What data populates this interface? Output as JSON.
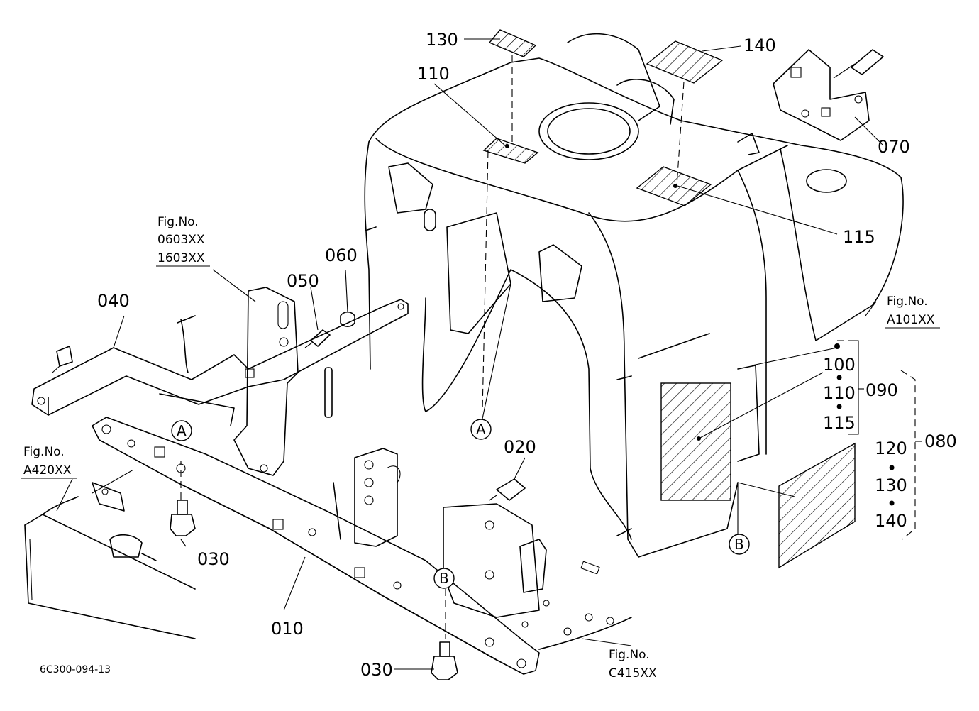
{
  "part_labels": {
    "p130_top": "130",
    "p110_top": "110",
    "p140_top": "140",
    "p070": "070",
    "p115_right": "115",
    "p040": "040",
    "p050": "050",
    "p060": "060",
    "p100": "100",
    "p110_group": "110",
    "p115_group": "115",
    "p090": "090",
    "p080": "080",
    "p120": "120",
    "p130_group": "130",
    "p140_group": "140",
    "p020": "020",
    "p030_left": "030",
    "p010": "010",
    "p030_bottom": "030"
  },
  "group_separator": "•",
  "fig_refs": {
    "fig_0603": {
      "title": "Fig.No.",
      "line1": "0603XX",
      "line2": "1603XX"
    },
    "fig_a101": {
      "title": "Fig.No.",
      "line1": "A101XX"
    },
    "fig_a420": {
      "title": "Fig.No.",
      "line1": "A420XX"
    },
    "fig_c415": {
      "title": "Fig.No.",
      "line1": "C415XX"
    }
  },
  "callouts": {
    "a_frame": "A",
    "a_bracket": "A",
    "b_frame": "B",
    "b_bracket": "B"
  },
  "drawing_code": "6C300-094-13"
}
